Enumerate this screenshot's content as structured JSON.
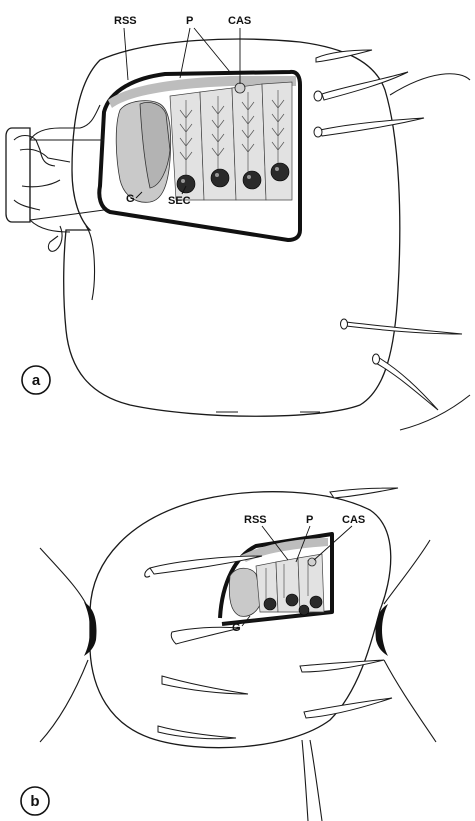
{
  "panels": [
    {
      "letter": "a",
      "labels": {
        "rss": "RSS",
        "p": "P",
        "cas": "CAS",
        "g": "G",
        "sec": "SEC"
      }
    },
    {
      "letter": "b",
      "labels": {
        "rss": "RSS",
        "p": "P",
        "cas": "CAS",
        "g": "G"
      }
    }
  ]
}
